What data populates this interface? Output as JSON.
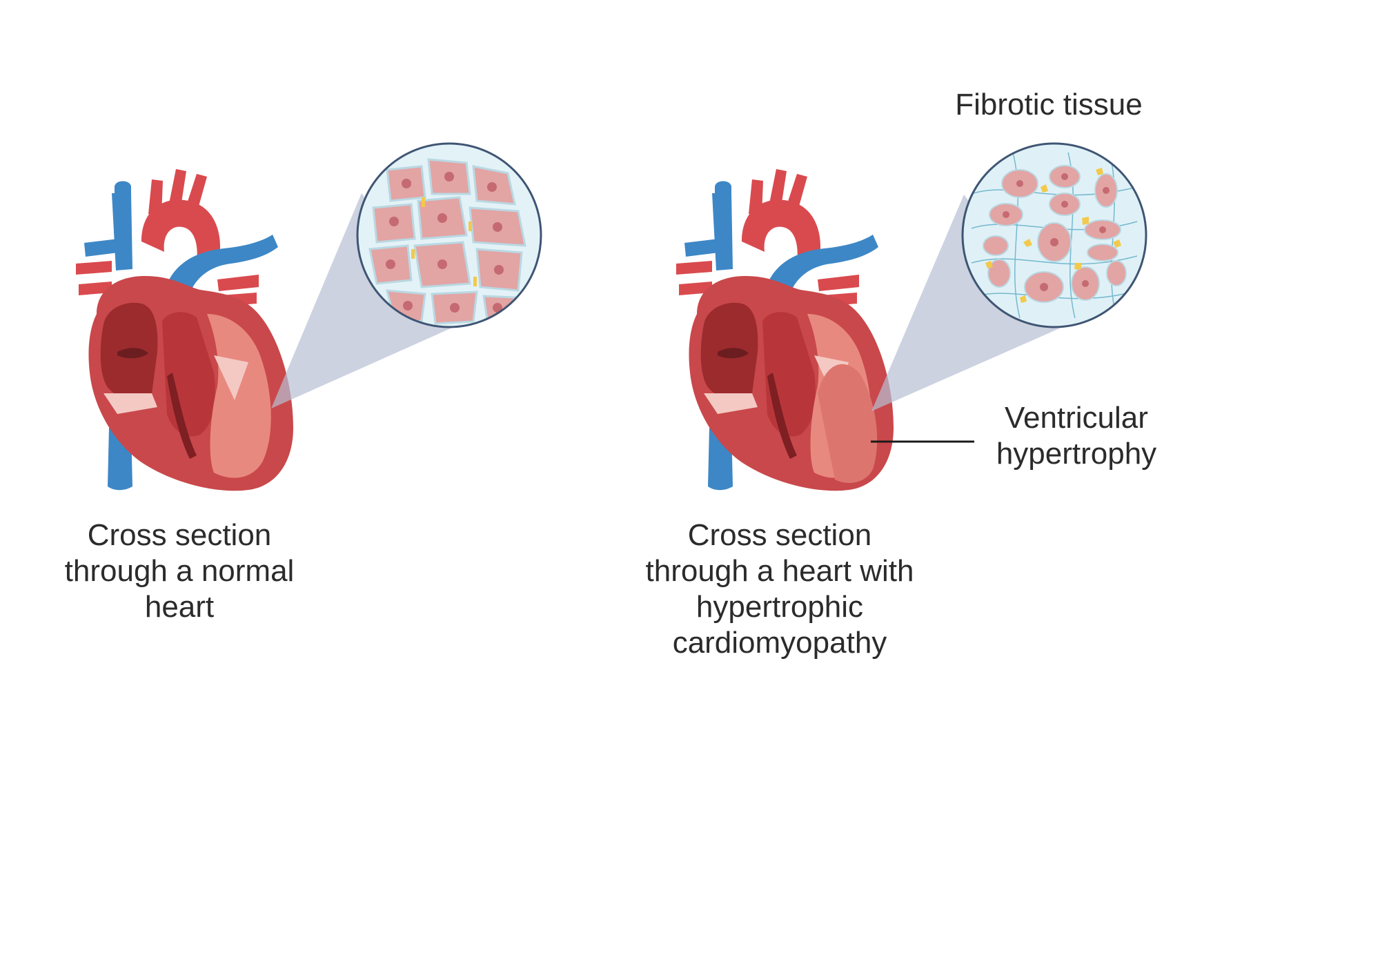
{
  "labels": {
    "normal_caption": "Cross section\nthrough a normal\nheart",
    "hcm_caption": "Cross section\nthrough a heart with\nhypertrophic\ncardiomyopathy",
    "fibrotic": "Fibrotic tissue",
    "hypertrophy": "Ventricular\nhypertrophy"
  },
  "colors": {
    "artery": "#d94a4e",
    "vein": "#3d87c6",
    "myocardium": "#c9484b",
    "chamber": "#e88a80",
    "cell": "#e3a4a4",
    "fibrosis": "#dff1f7",
    "zoom_cone": "#b6bfd3",
    "circle_outline": "#3f5573"
  }
}
